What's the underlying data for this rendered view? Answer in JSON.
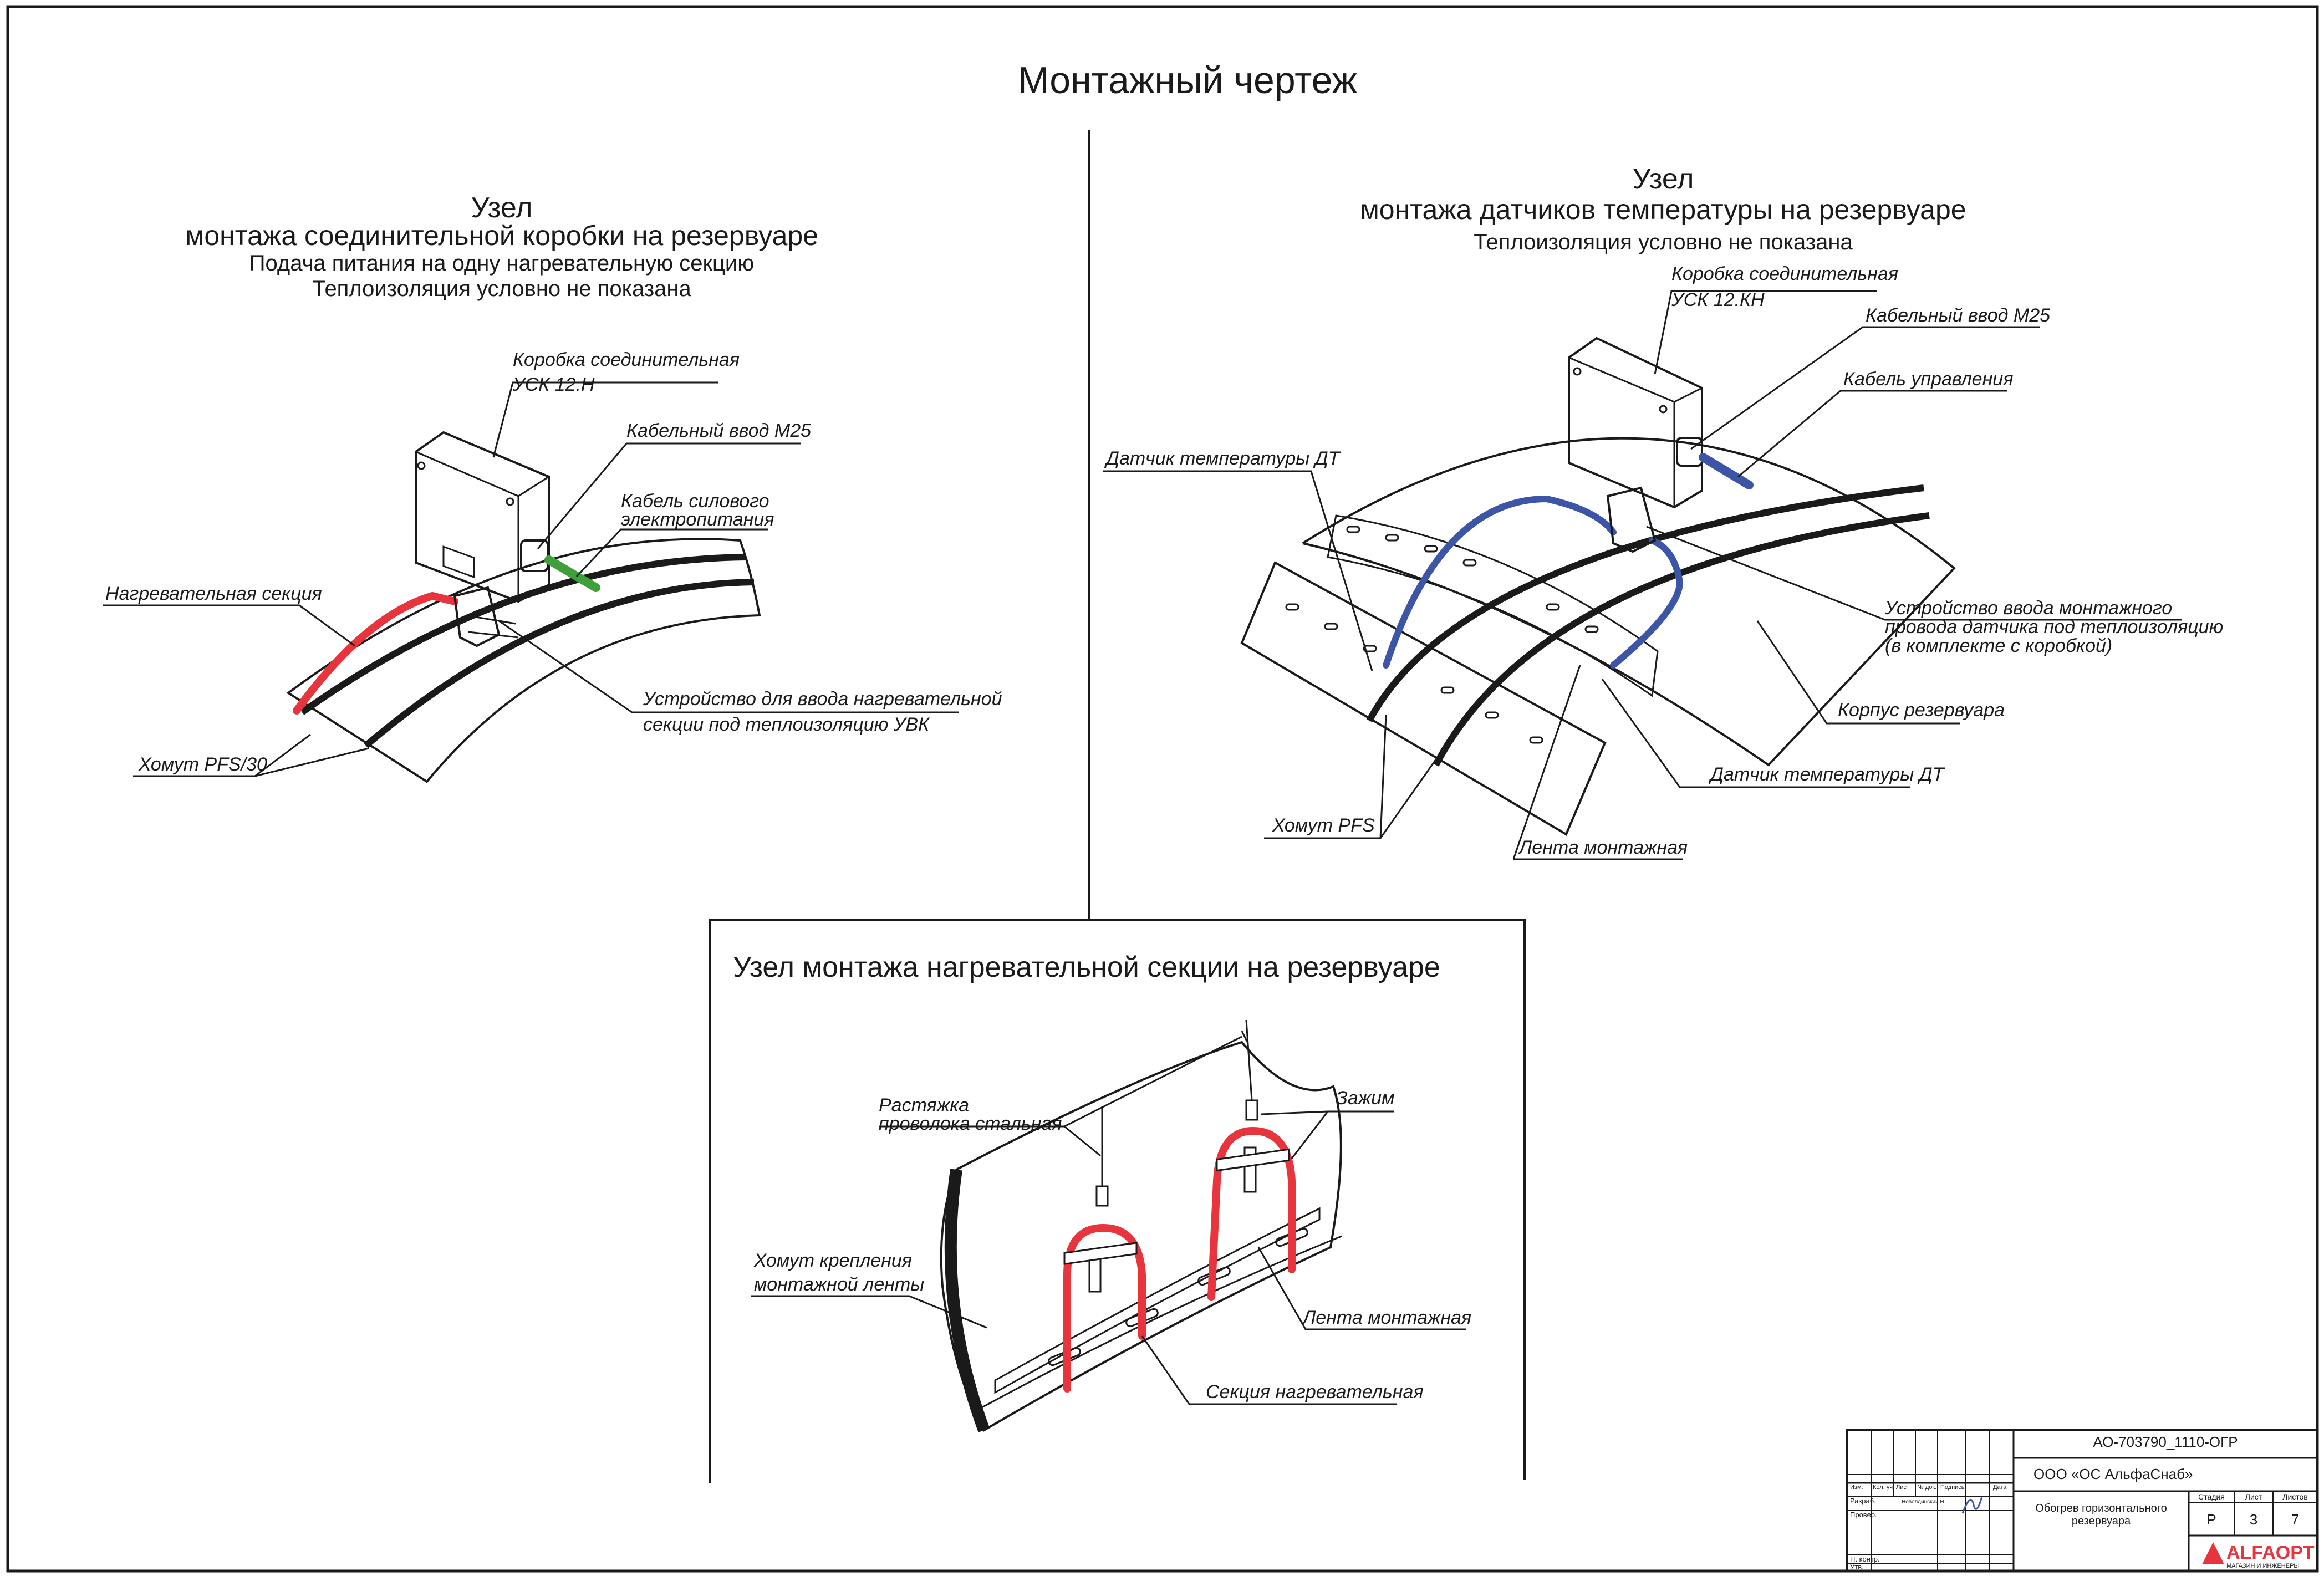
{
  "page_title": "Монтажный чертеж",
  "left_node": {
    "title1": "Узел",
    "title2": "монтажа соединительной коробки на резервуаре",
    "sub1": "Подача питания на одну нагревательную секцию",
    "sub2": "Теплоизоляция условно не показана",
    "labels": {
      "box1": "Коробка соединительная",
      "box2": "УСК 12.Н",
      "gland": "Кабельный ввод М25",
      "power1": "Кабель силового",
      "power2": "электропитания",
      "heating": "Нагревательная секция",
      "clamp": "Хомут PFS/30",
      "entry1": "Устройство для ввода нагревательной",
      "entry2": "секции под теплоизоляцию УВК"
    }
  },
  "right_node": {
    "title1": "Узел",
    "title2": "монтажа датчиков температуры на резервуаре",
    "sub": "Теплоизоляция условно не показана",
    "labels": {
      "box1": "Коробка соединительная",
      "box2": "УСК 12.КН",
      "gland": "Кабельный ввод М25",
      "control": "Кабель управления",
      "sensor_top": "Датчик температуры  ДТ",
      "entry1": "Устройство ввода монтажного",
      "entry2": "провода датчика под теплоизоляцию",
      "entry3": "(в комплекте с коробкой)",
      "tank": "Корпус резервуара",
      "sensor_bottom": "Датчик температуры ДТ",
      "clamp": "Хомут PFS",
      "tape": "Лента монтажная"
    }
  },
  "bottom_node": {
    "title": "Узел монтажа нагревательной секции на резервуаре",
    "labels": {
      "wire1": "Растяжка",
      "wire2": "проволока стальная",
      "clip": "Зажим",
      "clamp1": "Хомут крепления",
      "clamp2": "монтажной ленты",
      "tape": "Лента монтажная",
      "section": "Секция нагревательная"
    }
  },
  "stamp": {
    "doc_code": "АО-703790_1110-ОГР",
    "company": "ООО «ОС АльфаСнаб»",
    "head_cols": [
      "Изм.",
      "Кол. уч.",
      "Лист",
      "№ док.",
      "Подпись",
      "Дата"
    ],
    "rows": [
      "Разраб.",
      "Провер.",
      "",
      "Н. контр.",
      "Утв."
    ],
    "developer": "Новолдинский Н.",
    "object1": "Обогрев горизонтального",
    "object2": "резервуара",
    "stage_h": "Стадия",
    "sheet_h": "Лист",
    "sheets_h": "Листов",
    "stage": "Р",
    "sheet": "3",
    "sheets": "7",
    "logo": "ALFAOPT",
    "logo_sub": "МАГАЗИН И ИНЖЕНЕРЫ"
  },
  "colors": {
    "heating": "#e8343c",
    "power": "#3f9f3a",
    "sensor": "#3c55a6",
    "line": "#1a1a1a"
  }
}
